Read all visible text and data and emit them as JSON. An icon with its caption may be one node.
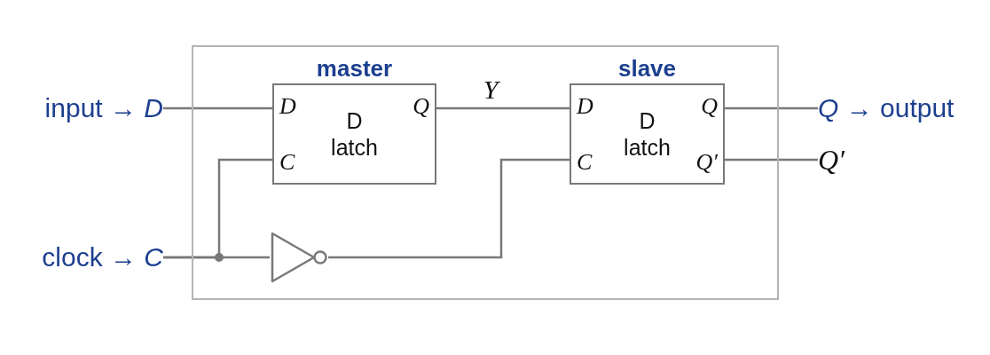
{
  "diagram": {
    "nodes": [
      {
        "text": [],
        "shape": "box"
      },
      {
        "text": [
          "input → *D*"
        ]
      },
      {
        "text": [
          "master",
          "D",
          "Q",
          "D latch",
          "C"
        ],
        "in": 0
      },
      {
        "text": [
          "slave",
          "D",
          "Q",
          "D latch",
          "C",
          "Q′"
        ],
        "in": 0
      },
      {
        "text": [
          "*Q* → output"
        ]
      },
      {
        "text": [
          "Q′"
        ]
      },
      {
        "text": [
          "clock → *C*"
        ]
      },
      {
        "text": [],
        "shape": "triangle",
        "in": 0
      }
    ],
    "edges": [
      {
        "from": 1,
        "to": 2,
        "arrow": "none"
      },
      {
        "from": 2,
        "to": 3,
        "arrow": "none",
        "label": "Y"
      },
      {
        "from": 3,
        "to": 4,
        "arrow": "none"
      },
      {
        "from": 3,
        "to": 5,
        "arrow": "none"
      },
      {
        "from": 6,
        "to": 2,
        "arrow": "none"
      },
      {
        "from": 6,
        "to": 7,
        "arrow": "none"
      },
      {
        "from": 7,
        "to": 3,
        "arrow": "none"
      }
    ]
  }
}
